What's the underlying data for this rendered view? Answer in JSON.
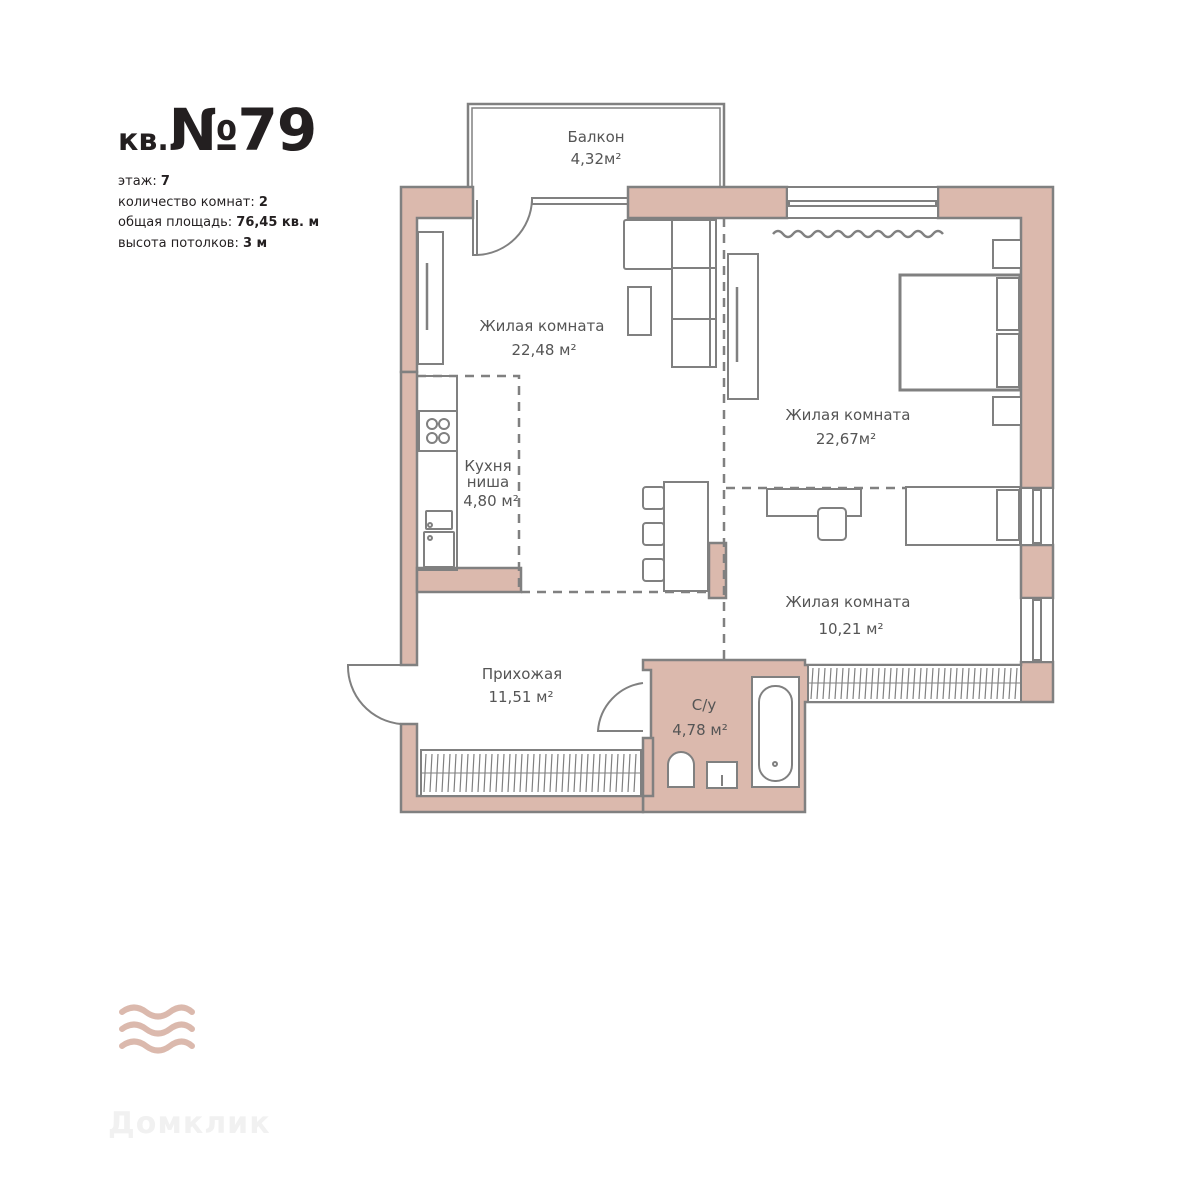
{
  "header": {
    "prefix": "кв.",
    "number": "№79"
  },
  "info": [
    {
      "label": "этаж:",
      "value": "7"
    },
    {
      "label": "количество комнат:",
      "value": "2"
    },
    {
      "label": "общая площадь:",
      "value": "76,45 кв. м"
    },
    {
      "label": "высота потолков:",
      "value": "3 м"
    }
  ],
  "rooms": {
    "balcony": {
      "name": "Балкон",
      "area": "4,32м²"
    },
    "living1": {
      "name": "Жилая комната",
      "area": "22,48 м²"
    },
    "living2": {
      "name": "Жилая комната",
      "area": "22,67м²"
    },
    "kitchen": {
      "name1": "Кухня",
      "name2": "ниша",
      "area": "4,80 м²"
    },
    "living3": {
      "name": "Жилая комната",
      "area": "10,21 м²"
    },
    "hallway": {
      "name": "Прихожая",
      "area": "11,51 м²"
    },
    "bathroom": {
      "name": "С/у",
      "area": "4,78 м²"
    }
  },
  "colors": {
    "wall": "#dbb9ad",
    "line": "#808080",
    "text": "#555555",
    "waves": "#dbb9ad"
  },
  "watermark": "Домклик"
}
